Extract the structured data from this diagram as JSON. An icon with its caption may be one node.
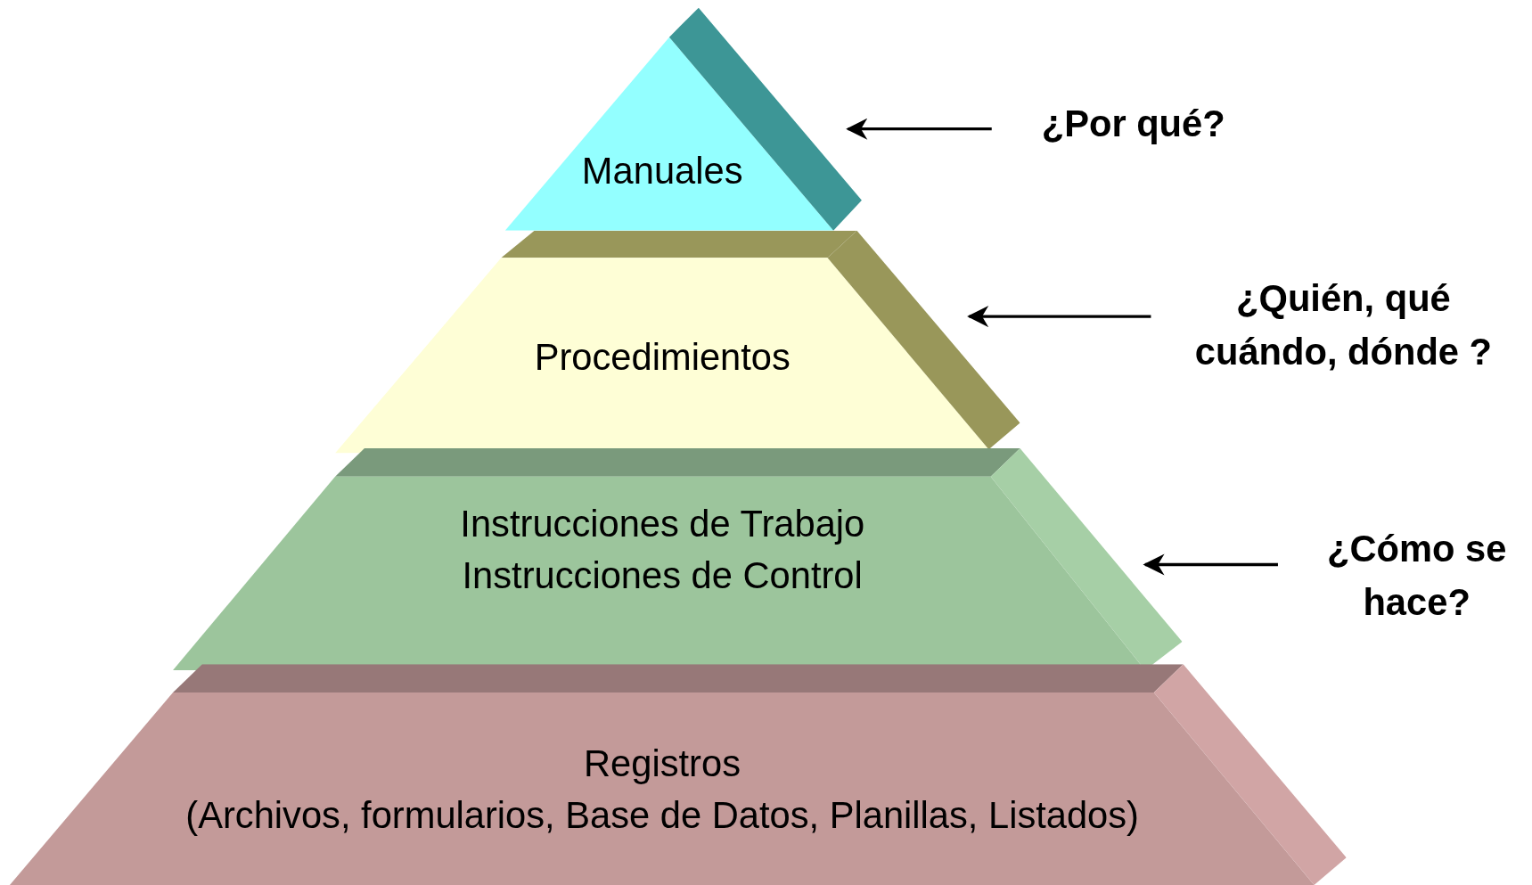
{
  "diagram": {
    "nodes": [
      {
        "text": [
          "Manuales"
        ]
      },
      {
        "text": [
          "Procedimientos"
        ]
      },
      {
        "text": [
          "Instrucciones de Trabajo",
          "Instrucciones de Control"
        ]
      },
      {
        "text": [
          "Registros",
          "(Archivos, formularios, Base de Datos, Planillas, Listados)"
        ]
      },
      {
        "text": [
          "¿Por qué?"
        ]
      },
      {
        "text": [
          "¿Quién, qué cuándo, dónde ?"
        ]
      },
      {
        "text": [
          "¿Cómo se hace?"
        ]
      }
    ],
    "edges": [
      {
        "from": 4,
        "to": 0,
        "arrow": "to"
      },
      {
        "from": 5,
        "to": 1,
        "arrow": "to"
      },
      {
        "from": 6,
        "to": 2,
        "arrow": "to"
      }
    ]
  }
}
